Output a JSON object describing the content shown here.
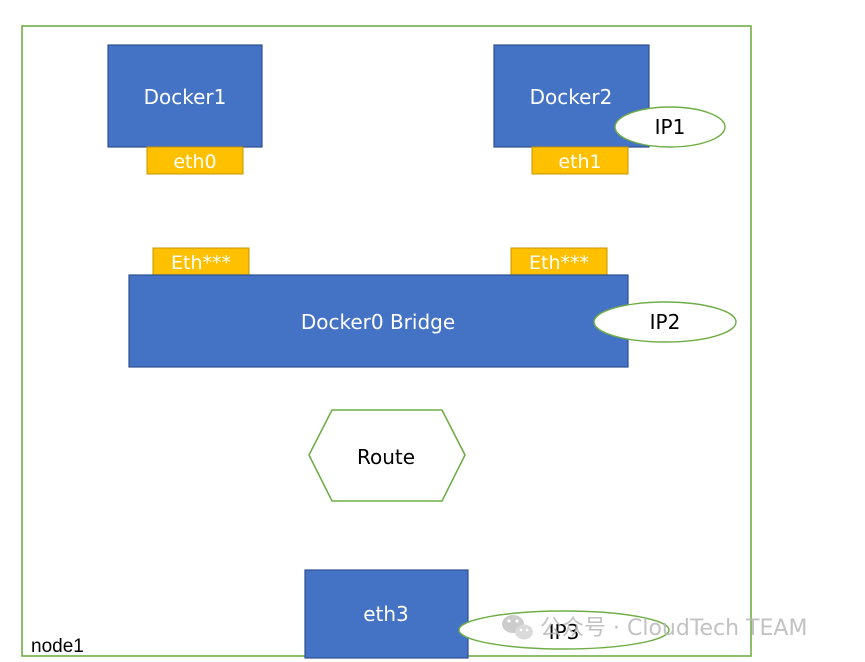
{
  "colors": {
    "box_fill": "#4472c4",
    "box_stroke": "#2f528f",
    "port_fill": "#ffc000",
    "port_stroke": "#c49400",
    "frame_stroke": "#70ad47",
    "route_stroke": "#70ad47",
    "ellipse_stroke": "#70ad47",
    "watermark": "#b8b8b8"
  },
  "node": {
    "label": "node1"
  },
  "containers": [
    {
      "label": "Docker1",
      "port": "eth0"
    },
    {
      "label": "Docker2",
      "port": "eth1"
    }
  ],
  "bridge": {
    "label": "Docker0 Bridge",
    "ports": [
      "Eth***",
      "Eth***"
    ]
  },
  "router": {
    "label": "Route",
    "shape": "hexagon"
  },
  "host_interface": {
    "label": "eth3"
  },
  "ip_tags": [
    "IP1",
    "IP2",
    "IP3"
  ],
  "watermark": {
    "icon": "wechat-icon",
    "text": "公众号 · CloudTech TEAM"
  }
}
